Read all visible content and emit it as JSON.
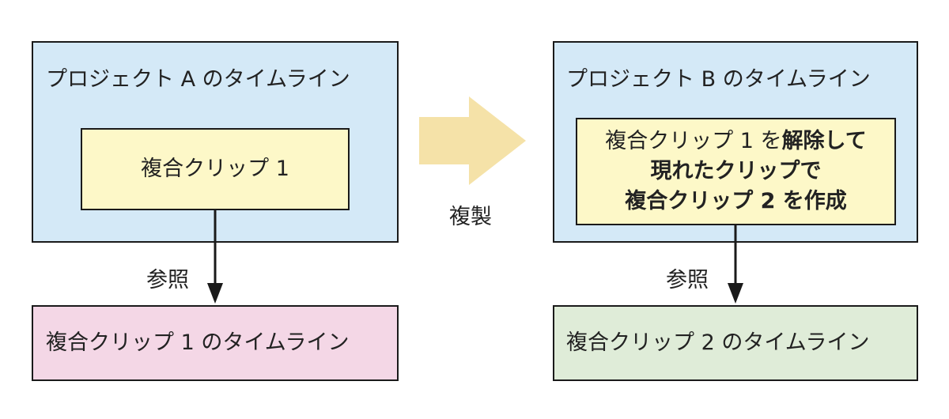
{
  "colors": {
    "project": "#d4e9f7",
    "compound_yellow": "#fdf8c8",
    "timeline_pink": "#f4d7e6",
    "timeline_green": "#dfecd8",
    "arrow_fill": "#f5e2a8",
    "stroke": "#1a1a1a"
  },
  "left": {
    "project_title": "プロジェクト A のタイムライン",
    "compound_clip": "複合クリップ 1",
    "reference_label": "参照",
    "timeline": "複合クリップ 1 のタイムライン"
  },
  "middle": {
    "duplicate_label": "複製"
  },
  "right": {
    "project_title": "プロジェクト B のタイムライン",
    "instruction_line1_normal": "複合クリップ 1 を",
    "instruction_line1_bold": "解除して",
    "instruction_line2": "現れたクリップで",
    "instruction_line3": "複合クリップ 2 を作成",
    "reference_label": "参照",
    "timeline": "複合クリップ 2 のタイムライン"
  }
}
